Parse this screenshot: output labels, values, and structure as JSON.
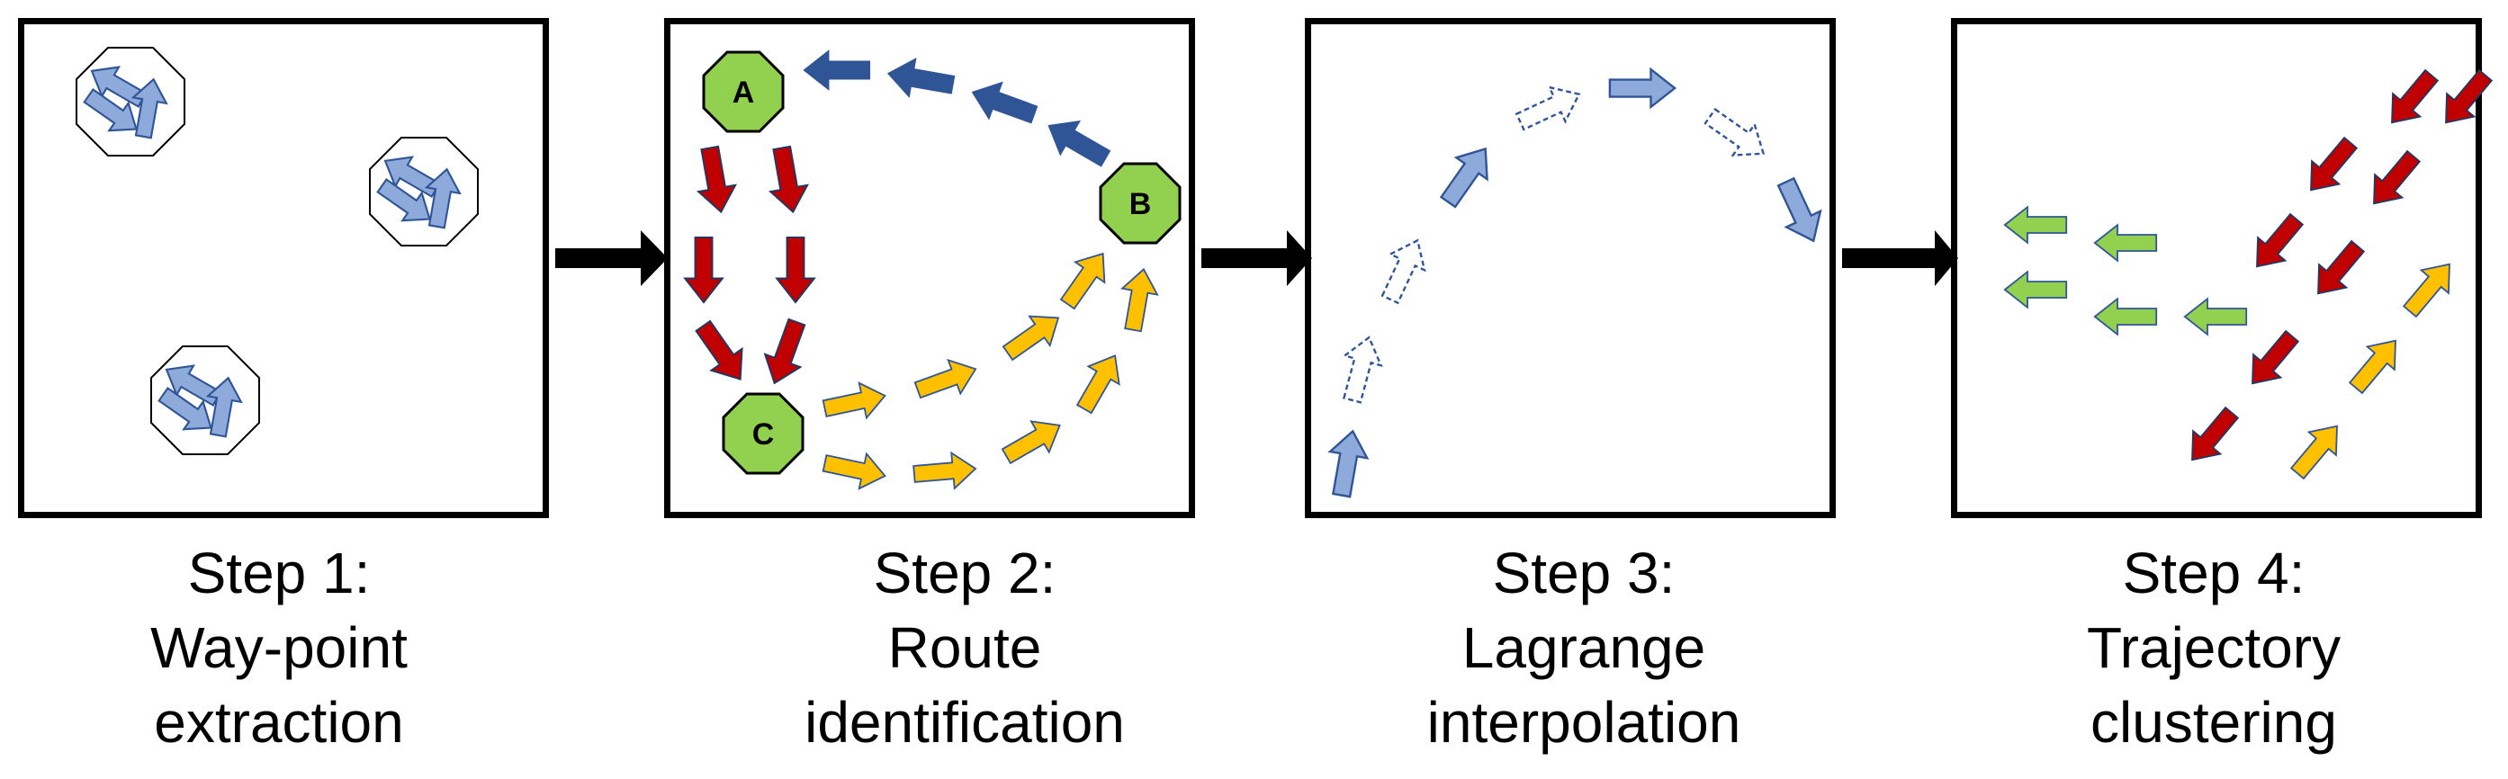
{
  "steps": [
    {
      "label": "Step 1:",
      "line1": "Way-point",
      "line2": "extraction"
    },
    {
      "label": "Step 2:",
      "line1": "Route",
      "line2": "identification"
    },
    {
      "label": "Step 3:",
      "line1": "Lagrange",
      "line2": "interpolation"
    },
    {
      "label": "Step 4:",
      "line1": "Trajectory",
      "line2": "clustering"
    }
  ],
  "nodes": {
    "a": "A",
    "b": "B",
    "c": "C"
  },
  "colors": {
    "light_blue": "#8eaadb",
    "light_blue_stroke": "#2f5597",
    "dark_blue": "#2f5597",
    "red": "#c00000",
    "red_stroke": "#1f3864",
    "orange": "#ffc000",
    "orange_stroke": "#2f5597",
    "green": "#70ad47",
    "green_fill": "#92d050",
    "black": "#000000"
  }
}
